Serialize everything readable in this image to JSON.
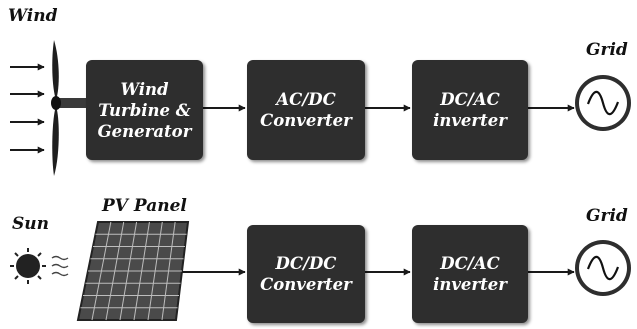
{
  "colors": {
    "box_fill": "#2e2e2e",
    "box_text": "#ffffff",
    "label_text": "#111111",
    "connector": "#1a1a1a",
    "pv_panel": "#4a4a4a",
    "sun": "#222222"
  },
  "wind_row": {
    "source_label": "Wind",
    "icons": [
      "wind-arrows-icon",
      "wind-turbine-icon"
    ],
    "turbine_block": {
      "line1": "Wind",
      "line2": "Turbine &",
      "line3": "Generator"
    },
    "converter_block": {
      "line1": "AC/DC",
      "line2": "Converter"
    },
    "inverter_block": {
      "line1": "DC/AC",
      "line2": "inverter"
    },
    "grid_label": "Grid",
    "grid_icon": "ac-sine-wave-icon"
  },
  "pv_row": {
    "source_label": "Sun",
    "panel_label": "PV Panel",
    "icons": [
      "sun-icon",
      "pv-panel-icon"
    ],
    "converter_block": {
      "line1": "DC/DC",
      "line2": "Converter"
    },
    "inverter_block": {
      "line1": "DC/AC",
      "line2": "inverter"
    },
    "grid_label": "Grid",
    "grid_icon": "ac-sine-wave-icon"
  }
}
